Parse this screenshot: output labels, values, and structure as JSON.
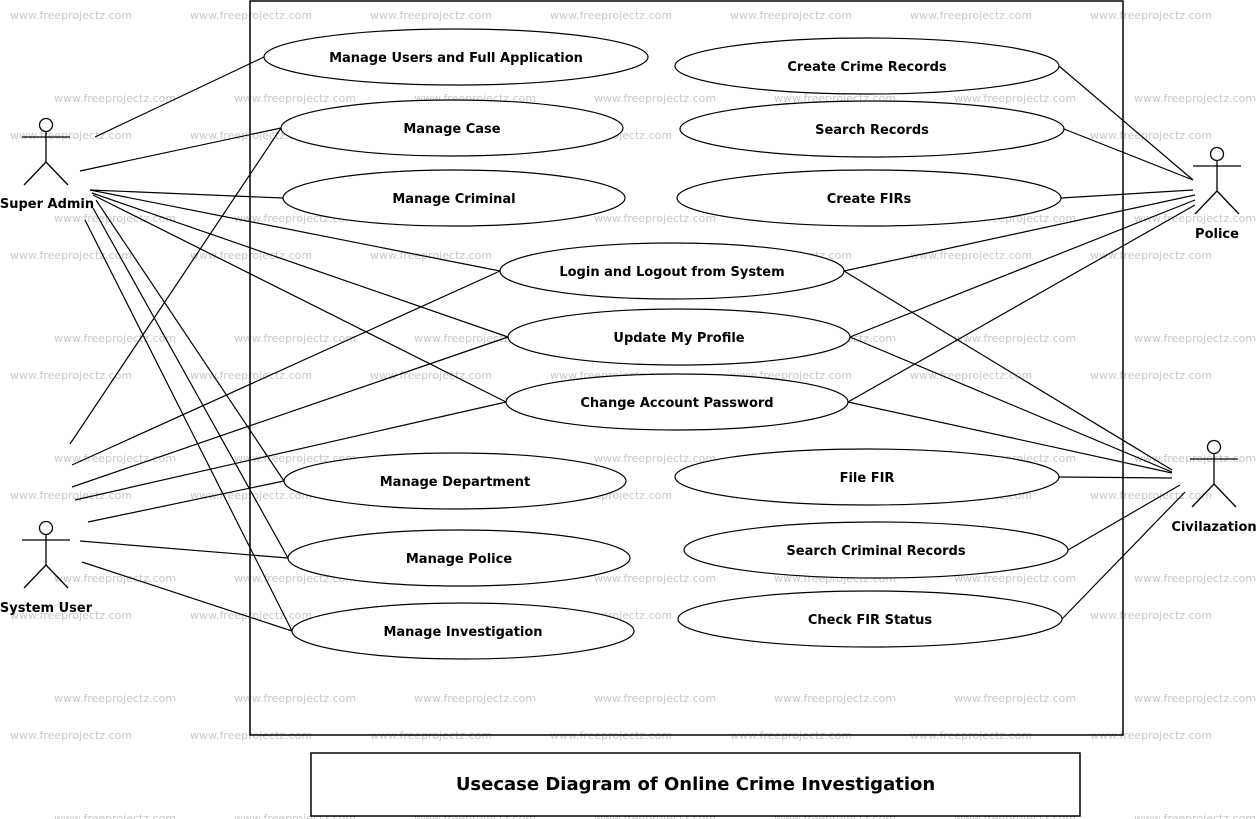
{
  "watermark": "www.freeprojectz.com",
  "title": "Usecase Diagram of Online Crime Investigation",
  "actors": [
    {
      "id": "super-admin",
      "label": "Super Admin"
    },
    {
      "id": "system-user",
      "label": "System User"
    },
    {
      "id": "police",
      "label": "Police"
    },
    {
      "id": "civilazation",
      "label": "Civilazation"
    }
  ],
  "use_cases": [
    {
      "id": "manage-users",
      "label": "Manage Users and Full Application"
    },
    {
      "id": "manage-case",
      "label": "Manage Case"
    },
    {
      "id": "manage-criminal",
      "label": "Manage Criminal"
    },
    {
      "id": "login-logout",
      "label": "Login and Logout from System"
    },
    {
      "id": "update-profile",
      "label": "Update My Profile"
    },
    {
      "id": "change-password",
      "label": "Change Account Password"
    },
    {
      "id": "manage-department",
      "label": "Manage Department"
    },
    {
      "id": "manage-police",
      "label": "Manage Police"
    },
    {
      "id": "manage-investigation",
      "label": "Manage Investigation"
    },
    {
      "id": "create-crime-records",
      "label": "Create Crime Records"
    },
    {
      "id": "search-records",
      "label": "Search Records"
    },
    {
      "id": "create-firs",
      "label": "Create FIRs"
    },
    {
      "id": "file-fir",
      "label": "File FIR"
    },
    {
      "id": "search-criminal-records",
      "label": "Search Criminal Records"
    },
    {
      "id": "check-fir-status",
      "label": "Check FIR Status"
    }
  ],
  "associations": [
    [
      "super-admin",
      "manage-users"
    ],
    [
      "super-admin",
      "manage-case"
    ],
    [
      "super-admin",
      "manage-criminal"
    ],
    [
      "super-admin",
      "login-logout"
    ],
    [
      "super-admin",
      "update-profile"
    ],
    [
      "super-admin",
      "change-password"
    ],
    [
      "super-admin",
      "manage-department"
    ],
    [
      "super-admin",
      "manage-police"
    ],
    [
      "super-admin",
      "manage-investigation"
    ],
    [
      "system-user",
      "manage-case"
    ],
    [
      "system-user",
      "login-logout"
    ],
    [
      "system-user",
      "update-profile"
    ],
    [
      "system-user",
      "change-password"
    ],
    [
      "system-user",
      "manage-department"
    ],
    [
      "system-user",
      "manage-police"
    ],
    [
      "system-user",
      "manage-investigation"
    ],
    [
      "police",
      "create-crime-records"
    ],
    [
      "police",
      "search-records"
    ],
    [
      "police",
      "create-firs"
    ],
    [
      "police",
      "login-logout"
    ],
    [
      "police",
      "update-profile"
    ],
    [
      "police",
      "change-password"
    ],
    [
      "civilazation",
      "login-logout"
    ],
    [
      "civilazation",
      "update-profile"
    ],
    [
      "civilazation",
      "change-password"
    ],
    [
      "civilazation",
      "file-fir"
    ],
    [
      "civilazation",
      "search-criminal-records"
    ],
    [
      "civilazation",
      "check-fir-status"
    ]
  ]
}
